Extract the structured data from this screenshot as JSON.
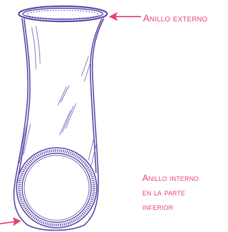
{
  "diagram": {
    "outer_ring_label": "Anillo externo",
    "inner_ring_label_lines": [
      "Anillo interno",
      "en la parte",
      "inferior"
    ]
  },
  "colors": {
    "outline": "#5b45a6",
    "hatch": "#7b68c0",
    "label": "#e8406f",
    "arrow": "#e8406f"
  }
}
